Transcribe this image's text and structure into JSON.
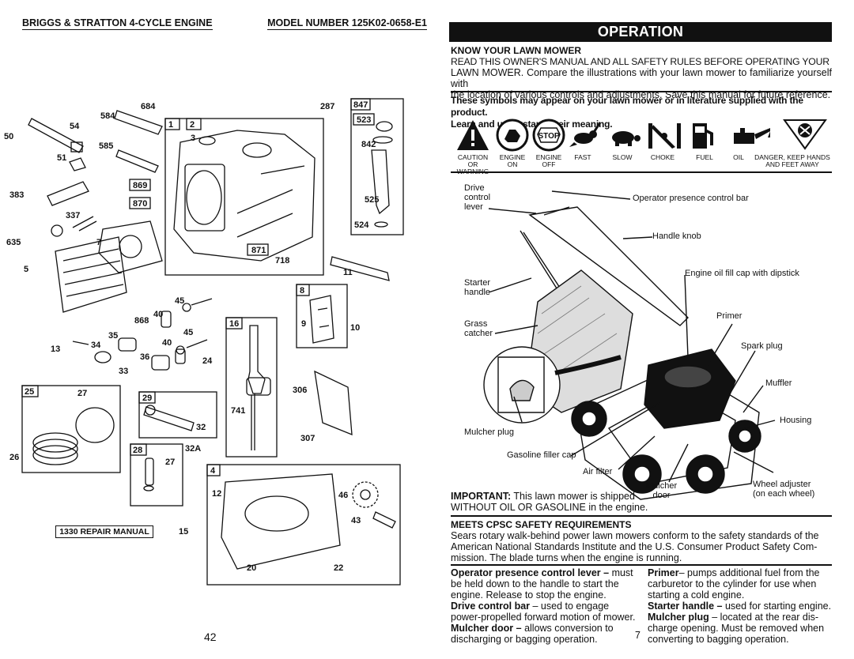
{
  "left_page": {
    "header_left": "BRIGGS & STRATTON 4-CYCLE ENGINE",
    "header_right": "MODEL NUMBER 125K02-0658-E1",
    "parts": {
      "p684": "684",
      "p584": "584",
      "p54": "54",
      "p50": "50",
      "p585": "585",
      "p51": "51",
      "p383": "383",
      "p337": "337",
      "p635": "635",
      "p7": "7",
      "p5": "5",
      "p1": "1",
      "p2": "2",
      "p3": "3",
      "p869": "869",
      "p870": "870",
      "p871": "871",
      "p718": "718",
      "p287": "287",
      "p847": "847",
      "p523": "523",
      "p842": "842",
      "p525": "525",
      "p524": "524",
      "p11": "11",
      "p45a": "45",
      "p868": "868",
      "p40a": "40",
      "p35": "35",
      "p34": "34",
      "p13": "13",
      "p45b": "45",
      "p40b": "40",
      "p36": "36",
      "p33": "33",
      "p24": "24",
      "p16": "16",
      "p8": "8",
      "p9": "9",
      "p10": "10",
      "p25": "25",
      "p27a": "27",
      "p26": "26",
      "p29": "29",
      "p32": "32",
      "p741": "741",
      "p306": "306",
      "p307": "307",
      "p28": "28",
      "p32A": "32A",
      "p27b": "27",
      "p4": "4",
      "p12": "12",
      "p46": "46",
      "p43": "43",
      "p15": "15",
      "p20": "20",
      "p22": "22"
    },
    "repair_manual": "1330 REPAIR MANUAL",
    "page_number": "42"
  },
  "right_page": {
    "banner": "OPERATION",
    "know_title": "KNOW YOUR LAWN MOWER",
    "know_lines": [
      "READ THIS OWNER'S MANUAL AND ALL SAFETY RULES BEFORE OPERATING YOUR",
      "LAWN MOWER. Compare the illustrations with your lawn mower to familiarize yourself with",
      "the location of various controls and adjustments.  Save this manual for future reference."
    ],
    "symbols_lines": [
      "These symbols may appear on your lawn mower or in literature supplied with the product.",
      "Learn and understand their meaning."
    ],
    "symbols": [
      {
        "l1": "CAUTION",
        "l2": "OR WARNING",
        "icon": "caution-triangle-icon"
      },
      {
        "l1": "ENGINE",
        "l2": "ON",
        "icon": "engine-on-icon"
      },
      {
        "l1": "ENGINE",
        "l2": "OFF",
        "icon": "stop-icon",
        "text": "STOP"
      },
      {
        "l1": "FAST",
        "l2": "",
        "icon": "rabbit-icon"
      },
      {
        "l1": "SLOW",
        "l2": "",
        "icon": "turtle-icon"
      },
      {
        "l1": "CHOKE",
        "l2": "",
        "icon": "choke-icon"
      },
      {
        "l1": "FUEL",
        "l2": "",
        "icon": "fuel-pump-icon"
      },
      {
        "l1": "OIL",
        "l2": "",
        "icon": "oil-can-icon"
      },
      {
        "l1": "DANGER, KEEP HANDS",
        "l2": "AND FEET AWAY",
        "icon": "hand-danger-icon"
      }
    ],
    "callouts": {
      "drive_l1": "Drive",
      "drive_l2": "control",
      "drive_l3": "lever",
      "operator_bar": "Operator presence control bar",
      "handle_knob": "Handle knob",
      "oil_fill": "Engine oil fill cap with dipstick",
      "starter_l1": "Starter",
      "starter_l2": "handle",
      "primer": "Primer",
      "grass_l1": "Grass",
      "grass_l2": "catcher",
      "spark_plug": "Spark plug",
      "muffler": "Muffler",
      "housing": "Housing",
      "mulcher_plug": "Mulcher plug",
      "gas_cap": "Gasoline filler cap",
      "air_filter": "Air filter",
      "mulcher_door_l1": "Mulcher",
      "mulcher_door_l2": "door",
      "wheel_adj_l1": "Wheel adjuster",
      "wheel_adj_l2": "(on each wheel)"
    },
    "important_label": "IMPORTANT:",
    "important_l1": "This lawn mower is shipped",
    "important_l2": "WITHOUT OIL OR GASOLINE in the engine.",
    "cpsc_title": "MEETS CPSC SAFETY REQUIREMENTS",
    "cpsc_lines": [
      "Sears rotary walk-behind power lawn mowers conform to the safety standards of the",
      "American National Standards Institute and the U.S. Consumer Product Safety Com-",
      "mission.  The blade turns when the engine is running."
    ],
    "col1": [
      {
        "b": "Operator presence control lever –",
        "t": " must"
      },
      {
        "b": "",
        "t": "be held down to the handle to start the"
      },
      {
        "b": "",
        "t": "engine.  Release to stop the engine."
      },
      {
        "b": "Drive control bar",
        "t": " – used to engage"
      },
      {
        "b": "",
        "t": "power-propelled forward motion of mower."
      },
      {
        "b": "Mulcher door –",
        "t": " allows conversion to"
      },
      {
        "b": "",
        "t": "discharging or bagging operation."
      }
    ],
    "col2": [
      {
        "b": "Primer",
        "t": "– pumps additional fuel from the"
      },
      {
        "b": "",
        "t": "carburetor to the cylinder for use when"
      },
      {
        "b": "",
        "t": "starting a cold engine."
      },
      {
        "b": "Starter handle –",
        "t": " used for starting engine."
      },
      {
        "b": "Mulcher plug",
        "t": " – located at the rear dis-"
      },
      {
        "b": "",
        "t": "charge opening.  Must be removed when"
      },
      {
        "b": "",
        "t": "converting to bagging operation."
      }
    ],
    "page_number": "7"
  }
}
